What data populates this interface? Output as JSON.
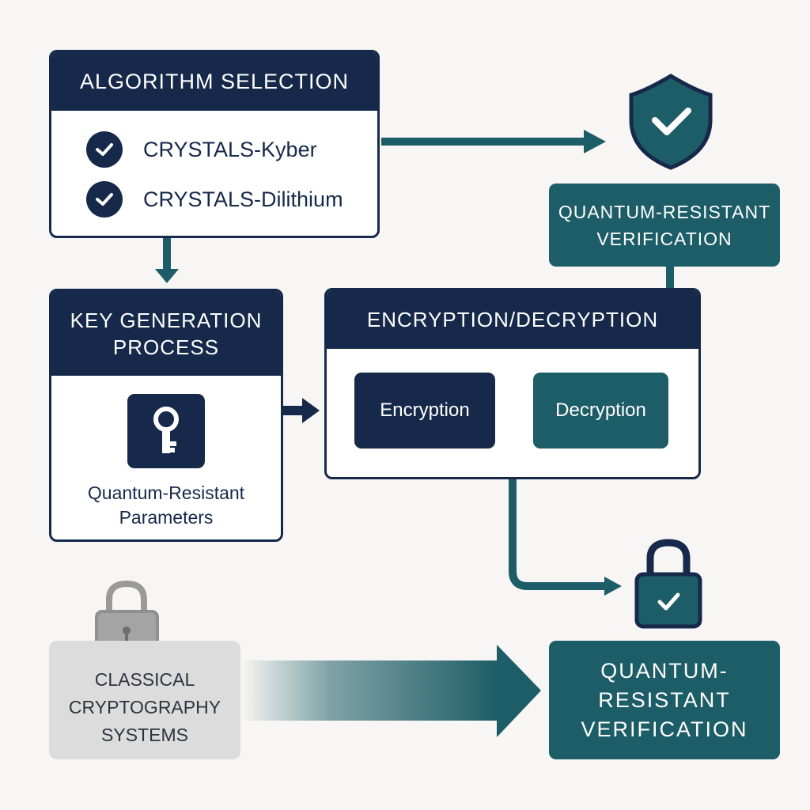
{
  "algorithm_selection": {
    "title": "ALGORITHM SELECTION",
    "items": [
      {
        "label": "CRYSTALS-Kyber",
        "icon": "check-icon"
      },
      {
        "label": "CRYSTALS-Dilithium",
        "icon": "check-icon"
      }
    ]
  },
  "key_generation": {
    "title_line1": "KEY GENERATION",
    "title_line2": "PROCESS",
    "icon": "key-icon",
    "caption_line1": "Quantum-Resistant",
    "caption_line2": "Parameters"
  },
  "encryption_decryption": {
    "title": "ENCRYPTION/DECRYPTION",
    "encryption_label": "Encryption",
    "decryption_label": "Decryption"
  },
  "verification_top": {
    "line1": "QUANTUM-RESISTANT",
    "line2": "VERIFICATION",
    "icon": "shield-check-icon"
  },
  "verification_bottom": {
    "line1": "QUANTUM-",
    "line2": "RESISTANT",
    "line3": "VERIFICATION",
    "icon": "padlock-check-icon"
  },
  "classical": {
    "line1": "CLASSICAL",
    "line2": "CRYPTOGRAPHY",
    "line3": "SYSTEMS",
    "icon": "padlock-icon"
  },
  "colors": {
    "navy": "#16294a",
    "teal": "#1d5d67",
    "gray": "#dcdcdc",
    "background": "#f7f6f4"
  }
}
